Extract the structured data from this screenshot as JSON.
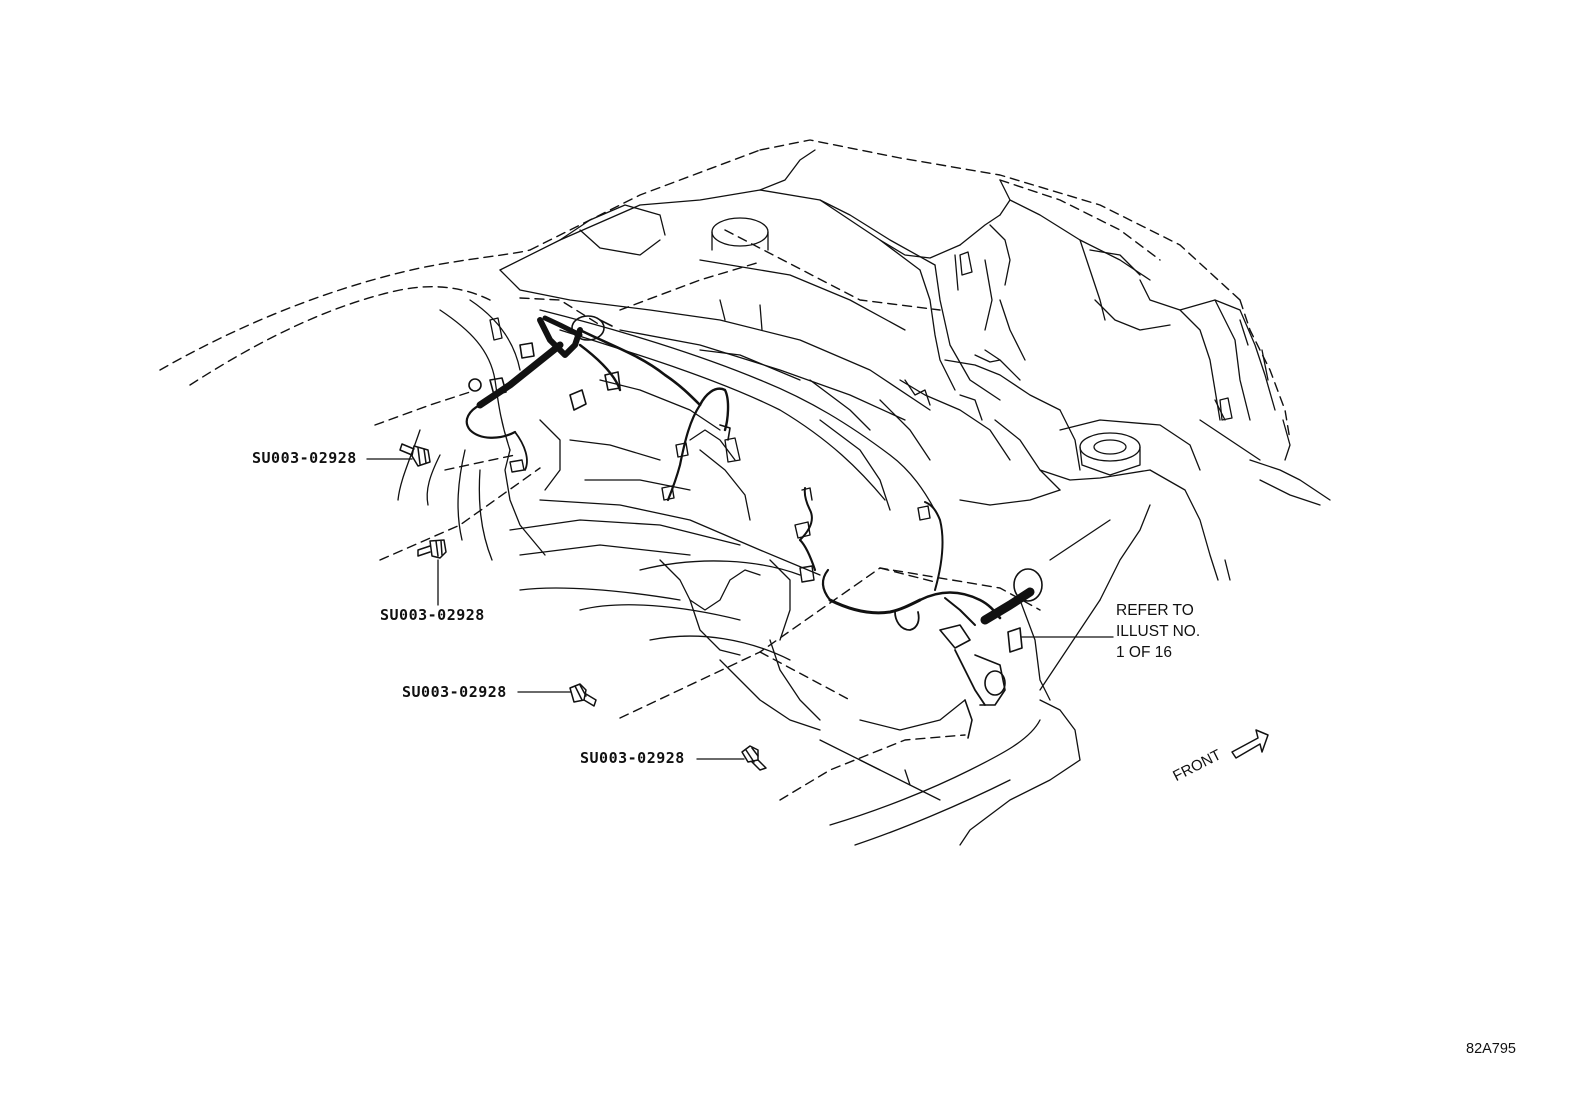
{
  "callouts": [
    {
      "part_number": "SU003-02928"
    },
    {
      "part_number": "SU003-02928"
    },
    {
      "part_number": "SU003-02928"
    },
    {
      "part_number": "SU003-02928"
    }
  ],
  "reference_note": {
    "line1": "REFER TO",
    "line2": "ILLUST NO.",
    "line3": "1 OF 16"
  },
  "direction": {
    "label": "FRONT",
    "icon": "arrow-right-icon"
  },
  "drawing_id": "82A795",
  "colors": {
    "ink": "#111111",
    "background": "#ffffff"
  }
}
